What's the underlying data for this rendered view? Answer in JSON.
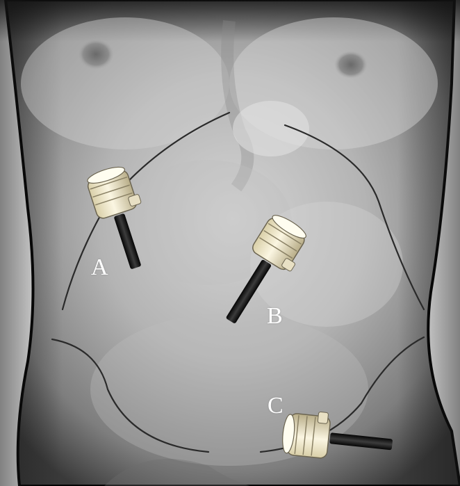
{
  "figure": {
    "ports": [
      {
        "label": "A"
      },
      {
        "label": "B"
      },
      {
        "label": "C"
      }
    ]
  },
  "colors": {
    "background": "#ffffff",
    "skin_light": "#c9c9c9",
    "skin_mid": "#8e8e8e",
    "skin_dark": "#222222",
    "incision_line": "#2a2a2a",
    "trocar_body": "#f2ead0",
    "trocar_shaft": "#151515",
    "label": "#ffffff"
  },
  "icons": {
    "trocar": "trocar-port-icon"
  }
}
